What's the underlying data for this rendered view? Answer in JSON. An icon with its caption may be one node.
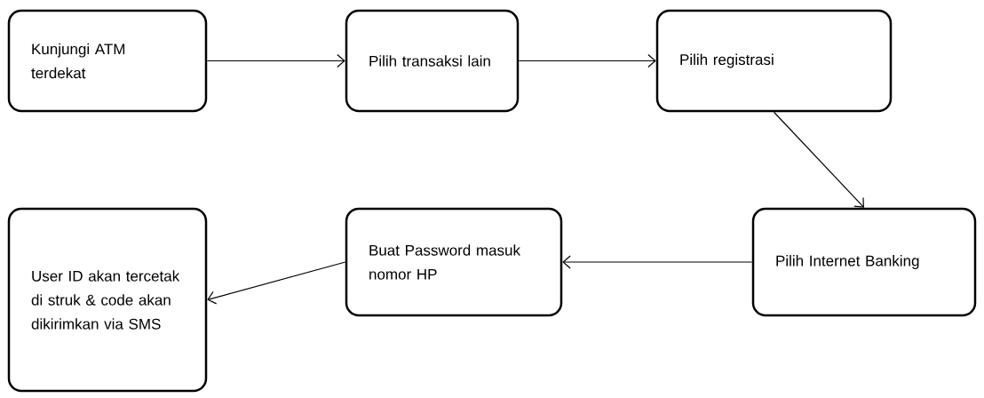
{
  "diagram": {
    "nodes": [
      {
        "text": [
          "Kunjungi ATM terdekat"
        ]
      },
      {
        "text": [
          "Pilih transaksi lain"
        ]
      },
      {
        "text": [
          "Pilih registrasi"
        ]
      },
      {
        "text": [
          "Pilih Internet Banking"
        ]
      },
      {
        "text": [
          "Buat Password masuk nomor HP"
        ]
      },
      {
        "text": [
          "User ID akan tercetak di struk & code akan dikirimkan via SMS"
        ]
      }
    ],
    "edges": [
      {
        "from": 0,
        "to": 1,
        "arrow": "to"
      },
      {
        "from": 1,
        "to": 2,
        "arrow": "to"
      },
      {
        "from": 2,
        "to": 3,
        "arrow": "to"
      },
      {
        "from": 3,
        "to": 4,
        "arrow": "to"
      },
      {
        "from": 4,
        "to": 5,
        "arrow": "to"
      }
    ]
  }
}
